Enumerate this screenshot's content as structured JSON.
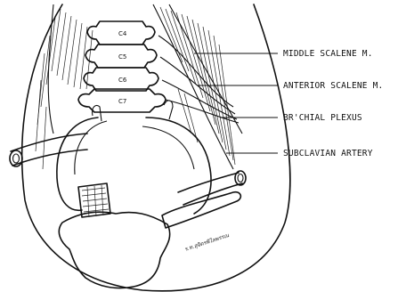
{
  "vertebrae": [
    "C4",
    "C5",
    "C6",
    "C7"
  ],
  "labels": {
    "middle_scalene": "MIDDLE SCALENE M.",
    "anterior_scalene": "ANTERIOR SCALENE M.",
    "brachial_plexus": "BR'CHIAL  PLEXUS",
    "subclavian_artery": "SUBCLAVIAN  ARTERY"
  },
  "signature": "ร.ท.สุจิตรพิไลพรรณ"
}
